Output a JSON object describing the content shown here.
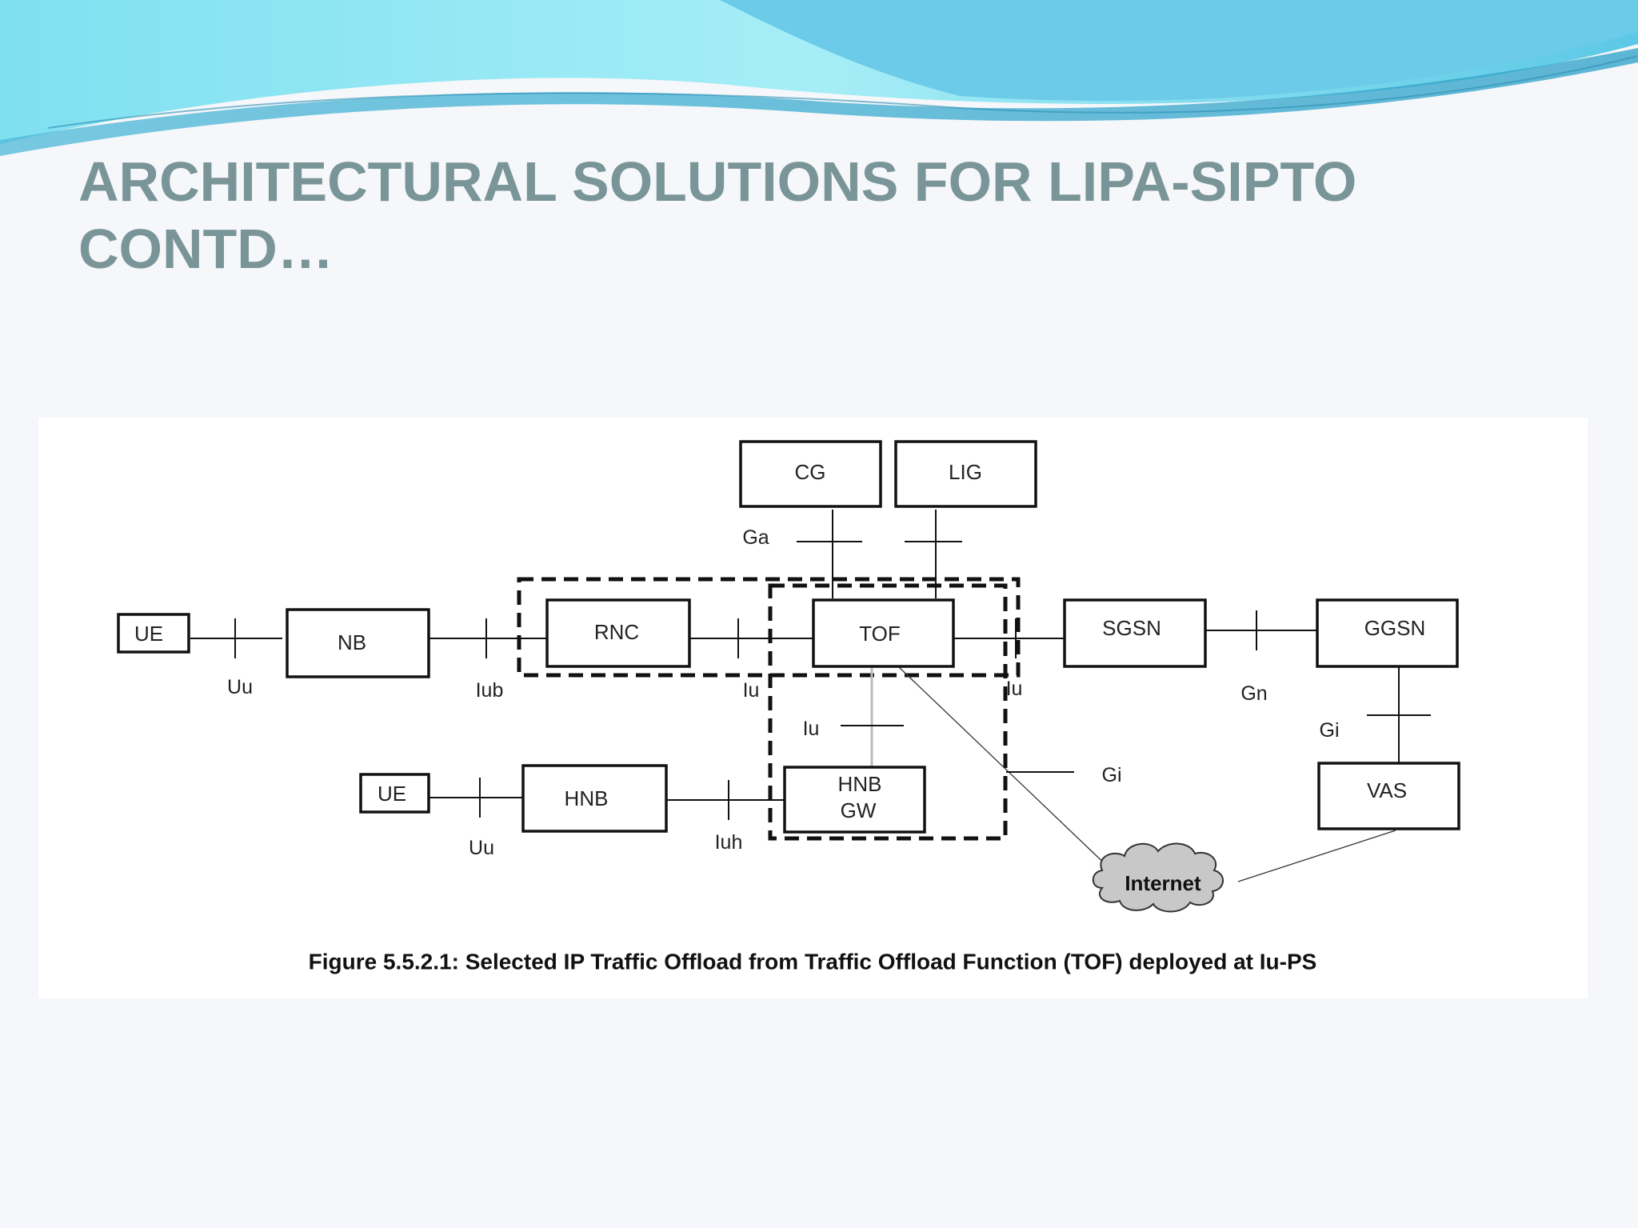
{
  "slide": {
    "title_line1": "ARCHITECTURAL SOLUTIONS FOR LIPA-SIPTO",
    "title_line2": "CONTD…",
    "accent_color": "#7a9598",
    "wave_colors": [
      "#8ee6f2",
      "#5fc6e3",
      "#3fa8c8"
    ]
  },
  "diagram": {
    "nodes": {
      "cg": "CG",
      "lig": "LIG",
      "ue_top": "UE",
      "nb": "NB",
      "rnc": "RNC",
      "tof": "TOF",
      "sgsn": "SGSN",
      "ggsn": "GGSN",
      "ue_bottom": "UE",
      "hnb": "HNB",
      "hnb_gw_line1": "HNB",
      "hnb_gw_line2": "GW",
      "vas": "VAS",
      "internet": "Internet"
    },
    "interfaces": {
      "ga": "Ga",
      "uu_top": "Uu",
      "iub": "Iub",
      "iu_rnc_tof": "Iu",
      "iu_tof_sgsn": "Iu",
      "gn": "Gn",
      "gi_ggsn_vas": "Gi",
      "iu_tof_hnbgw": "Iu",
      "gi_internet": "Gi",
      "uu_bottom": "Uu",
      "iuh": "Iuh"
    },
    "caption": "Figure 5.5.2.1: Selected IP Traffic Offload from Traffic Offload Function (TOF) deployed at Iu-PS"
  }
}
